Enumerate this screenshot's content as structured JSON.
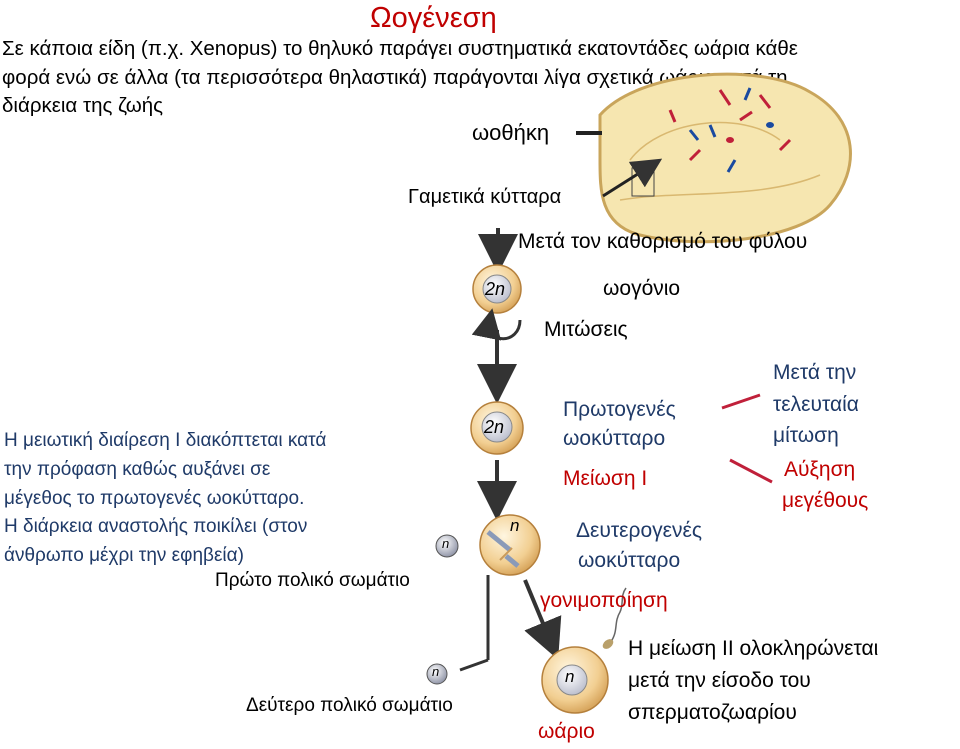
{
  "title": "Ωογένεση",
  "intro": {
    "line1": "Σε κάποια είδη (π.χ. Xenopus) το θηλυκό παράγει συστηματικά εκατοντάδες ωάρια κάθε",
    "line2": "φορά ενώ σε άλλα (τα περισσότερα θηλαστικά) παράγονται λίγα σχετικά ωάρια κατά τη",
    "line3": "διάρκεια της ζωής"
  },
  "labels": {
    "ovary": "ωοθήκη",
    "germ_cells": "Γαμετικά κύτταρα",
    "after_sex_determination": "Μετά τον καθορισμό του φύλου",
    "oogonium": "ωογόνιο",
    "mitoses": "Μιτώσεις",
    "primary_oocyte_1": "Πρωτογενές",
    "primary_oocyte_2": "ωοκύτταρο",
    "meiosis_1": "Μείωση Ι",
    "after_last_mitosis_1": "Μετά την",
    "after_last_mitosis_2": "τελευταία",
    "after_last_mitosis_3": "μίτωση",
    "growth_1": "Αύξηση",
    "growth_2": "μεγέθους",
    "secondary_oocyte_1": "Δευτερογενές",
    "secondary_oocyte_2": "ωοκύτταρο",
    "fertilization": "γονιμοποίηση",
    "first_polar_body": "Πρώτο πολικό σωμάτιο",
    "second_polar_body": "Δεύτερο πολικό σωμάτιο",
    "egg": "ωάριο"
  },
  "left_note": {
    "line1": "Η μειωτική διαίρεση Ι διακόπτεται κατά",
    "line2": "την πρόφαση καθώς αυξάνει σε",
    "line3": "μέγεθος το πρωτογενές ωοκύτταρο.",
    "line4": "Η διάρκεια αναστολής ποικίλει (στον",
    "line5": "άνθρωπο μέχρι την εφηβεία)"
  },
  "meiosis2_note": {
    "line1": "Η μείωση ΙΙ ολοκληρώνεται",
    "line2": "μετά την είσοδο του",
    "line3": "σπερματοζωαρίου"
  },
  "cell_labels": {
    "oogonium_ploidy": "2n",
    "primary_ploidy": "2n",
    "secondary_ploidy": "n",
    "polar1_ploidy": "n",
    "polar2_ploidy": "n",
    "egg_ploidy": "n"
  },
  "colors": {
    "title": "#c00000",
    "red_text": "#c00000",
    "navy_text": "#1f3a68",
    "cell_fill": "#f5d9a6",
    "nucleus": "#e8e8f0",
    "ovary": "#f6e6b0",
    "arrow": "#333333"
  }
}
